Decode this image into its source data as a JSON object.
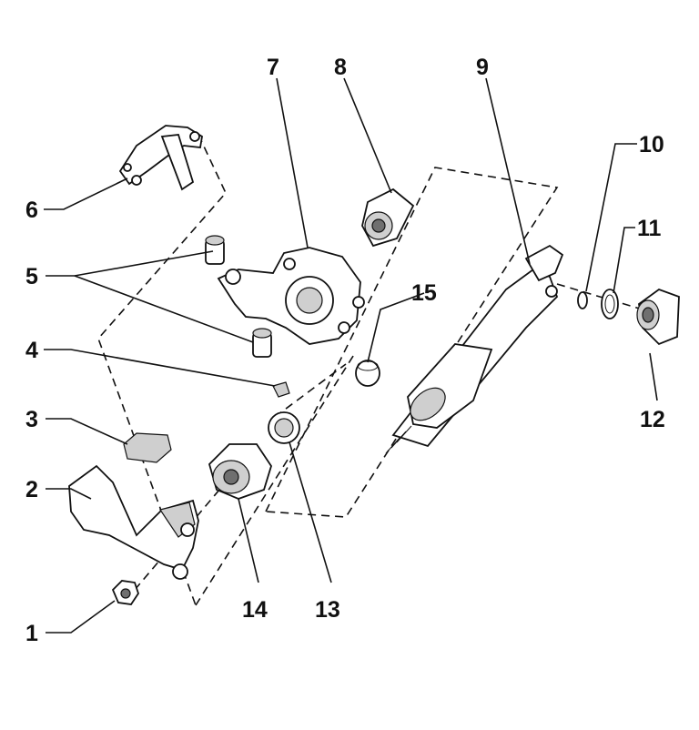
{
  "diagram": {
    "callouts": [
      {
        "id": "1",
        "label": "1"
      },
      {
        "id": "2",
        "label": "2"
      },
      {
        "id": "3",
        "label": "3"
      },
      {
        "id": "4",
        "label": "4"
      },
      {
        "id": "5",
        "label": "5"
      },
      {
        "id": "6",
        "label": "6"
      },
      {
        "id": "7",
        "label": "7"
      },
      {
        "id": "8",
        "label": "8"
      },
      {
        "id": "9",
        "label": "9"
      },
      {
        "id": "10",
        "label": "10"
      },
      {
        "id": "11",
        "label": "11"
      },
      {
        "id": "12",
        "label": "12"
      },
      {
        "id": "13",
        "label": "13"
      },
      {
        "id": "14",
        "label": "14"
      },
      {
        "id": "15",
        "label": "15"
      }
    ],
    "colors": {
      "ink": "#111111",
      "background": "#ffffff",
      "shading": "#cfcfcf"
    }
  }
}
